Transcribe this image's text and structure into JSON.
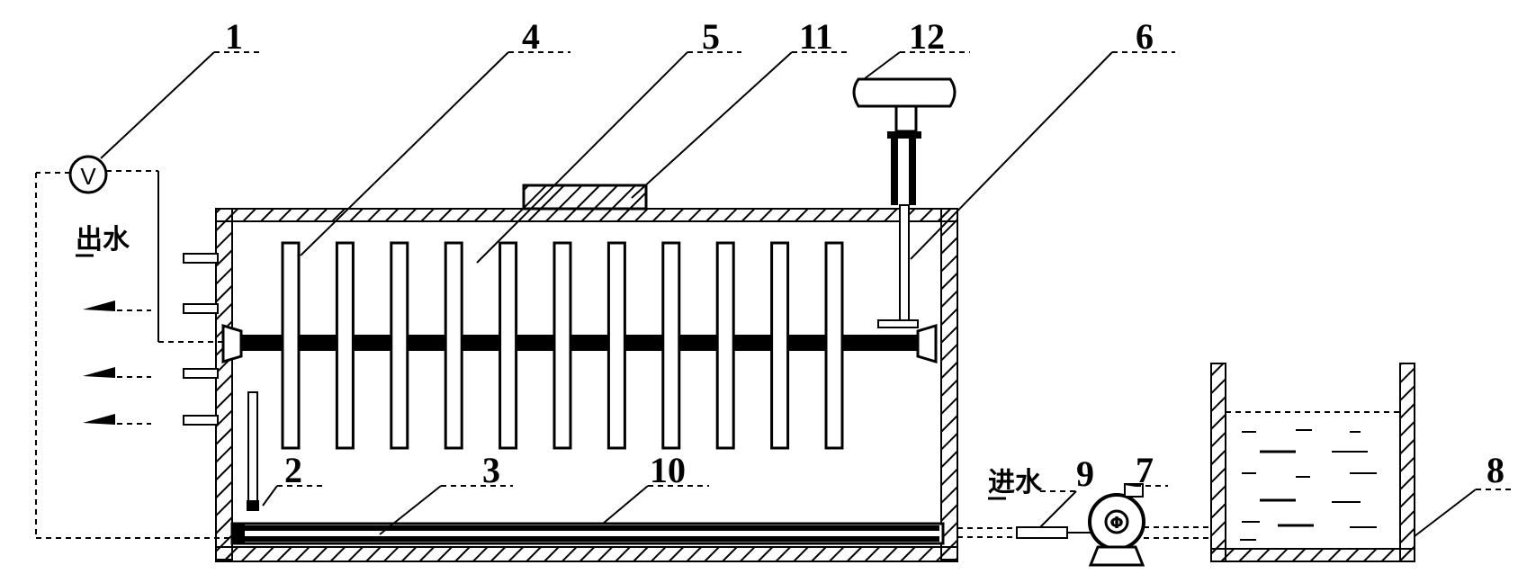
{
  "labels": {
    "l1": "1",
    "l2": "2",
    "l3": "3",
    "l4": "4",
    "l5": "5",
    "l6": "6",
    "l7": "7",
    "l8": "8",
    "l9": "9",
    "l10": "10",
    "l11": "11",
    "l12": "12"
  },
  "text": {
    "outlet": "出水",
    "inlet": "进水",
    "voltmeter": "V",
    "pump": "Φ"
  }
}
